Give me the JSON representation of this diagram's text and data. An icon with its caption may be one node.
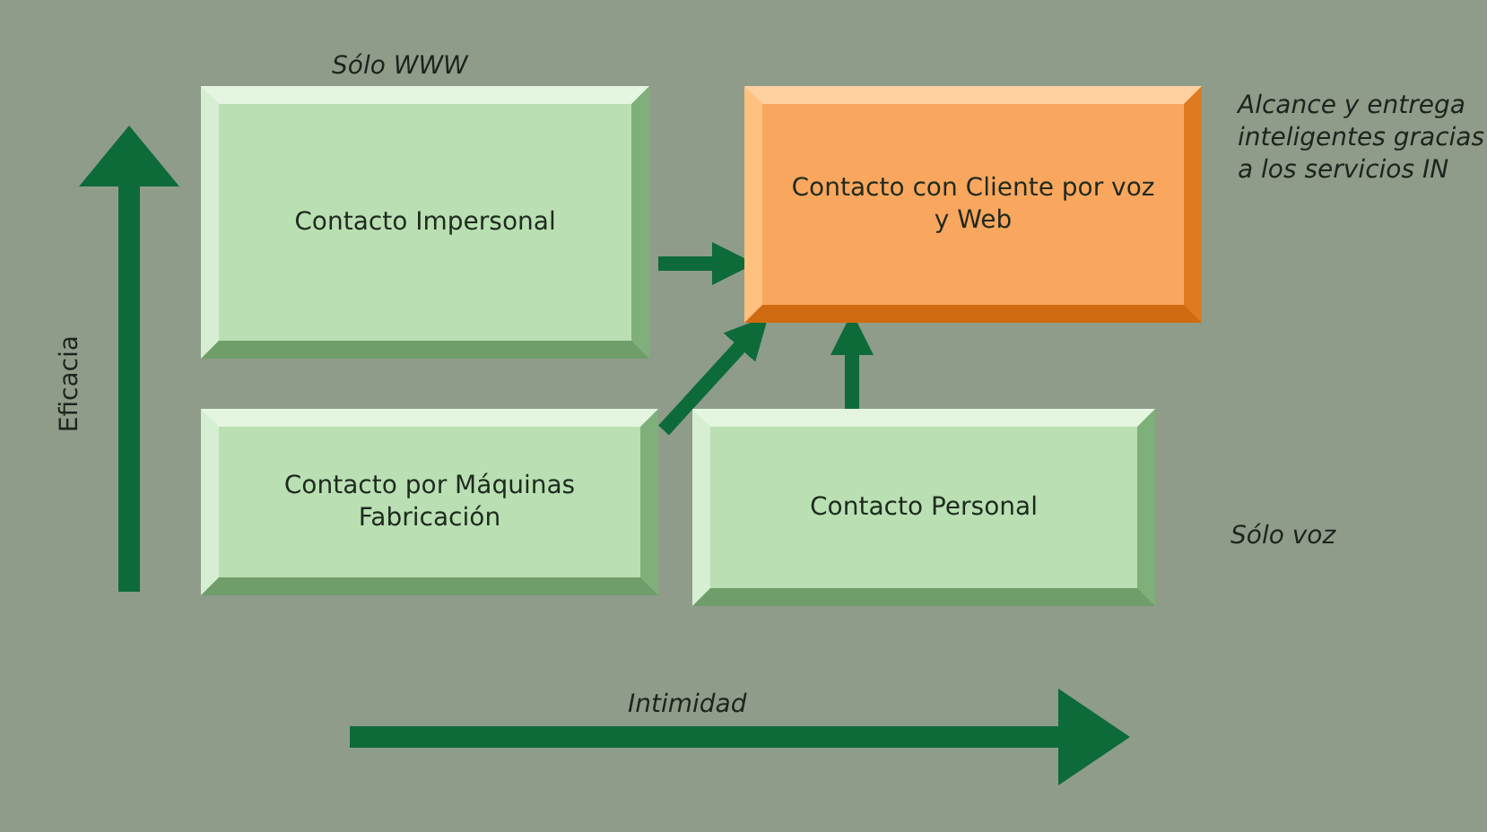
{
  "diagram": {
    "nodes": [
      {
        "text": [
          "Contacto Impersonal"
        ]
      },
      {
        "text": [
          "Contacto con Cliente por voz y Web"
        ]
      },
      {
        "text": [
          "Contacto por Máquinas Fabricación"
        ]
      },
      {
        "text": [
          "Contacto Personal"
        ]
      }
    ],
    "edges": [
      {
        "from": 0,
        "to": 1,
        "arrow": "to"
      },
      {
        "from": 2,
        "to": 1,
        "arrow": "to"
      },
      {
        "from": 3,
        "to": 1,
        "arrow": "to"
      }
    ],
    "labels": [
      "Sólo WWW",
      "Alcance y entrega inteligentes gracias a los servicios IN",
      "Eficacia",
      "Sólo voz",
      "Intimidad"
    ]
  }
}
